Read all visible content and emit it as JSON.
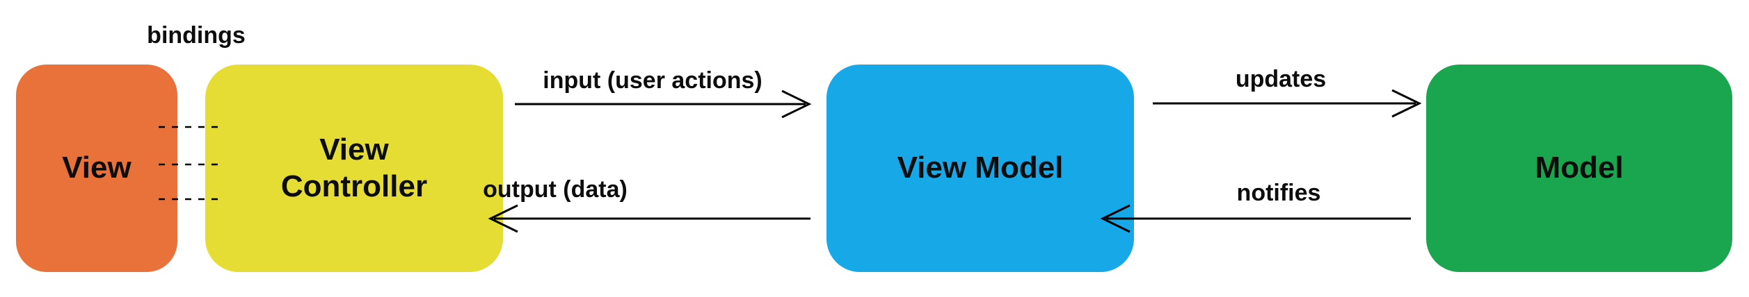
{
  "diagram": {
    "kind": "architecture-flow-diagram",
    "pattern": "MVVM (Model-View-ViewModel)",
    "background_color": "#ffffff",
    "line_color": "#000000",
    "nodes": [
      {
        "id": "view",
        "label": "View",
        "color": "#E8723A"
      },
      {
        "id": "view-controller",
        "label": "View Controller",
        "color": "#E5DD33"
      },
      {
        "id": "view-model",
        "label": "View Model",
        "color": "#17A8E8"
      },
      {
        "id": "model",
        "label": "Model",
        "color": "#1AA64F"
      }
    ],
    "connectors": [
      {
        "id": "bindings",
        "label": "bindings",
        "from": "View",
        "to": "View Controller",
        "line": "dashed",
        "direction": "none"
      },
      {
        "id": "input",
        "label": "input (user actions)",
        "from": "View Controller",
        "to": "View Model",
        "line": "solid",
        "direction": "right"
      },
      {
        "id": "output",
        "label": "output (data)",
        "from": "View Model",
        "to": "View Controller",
        "line": "solid",
        "direction": "left"
      },
      {
        "id": "updates",
        "label": "updates",
        "from": "View Model",
        "to": "Model",
        "line": "solid",
        "direction": "right"
      },
      {
        "id": "notifies",
        "label": "notifies",
        "from": "Model",
        "to": "View Model",
        "line": "solid",
        "direction": "left"
      }
    ]
  }
}
